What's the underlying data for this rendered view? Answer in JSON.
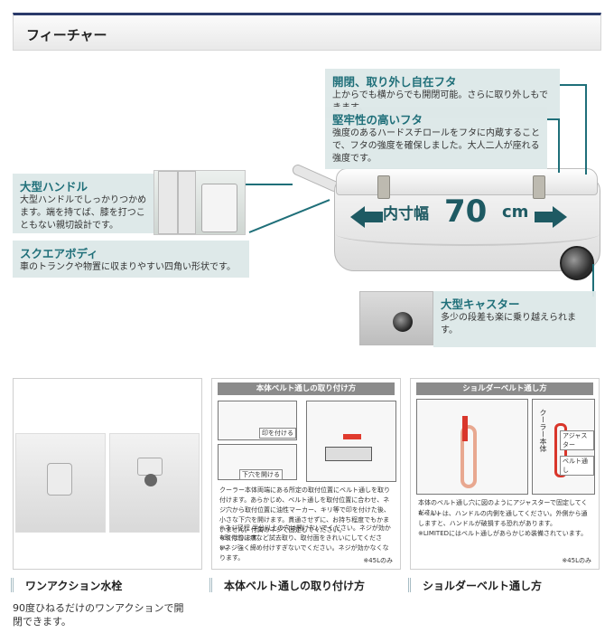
{
  "header": {
    "title": "フィーチャー"
  },
  "callouts": {
    "lid": {
      "title": "開閉、取り外し自在フタ",
      "text": "上からでも横からでも開閉可能。さらに取り外しもできます。"
    },
    "strength": {
      "title": "堅牢性の高いフタ",
      "text": "強度のあるハードスチロールをフタに内蔵することで、フタの強度を確保しました。大人二人が座れる強度です。"
    },
    "handle": {
      "title": "大型ハンドル",
      "text": "大型ハンドルでしっかりつかめます。端を持てば、膝を打つこともない親切設計です。"
    },
    "square": {
      "title": "スクエアボディ",
      "text": "車のトランクや物置に収まりやすい四角い形状です。"
    },
    "caster": {
      "title": "大型キャスター",
      "text": "多少の段差も楽に乗り越えられます。"
    }
  },
  "cooler": {
    "measure_label": "内寸幅",
    "measure_value": "70",
    "measure_unit": "cm"
  },
  "panels": {
    "valve": {
      "caption": "ワンアクション水栓",
      "desc": "90度ひねるだけのワンアクションで開閉できます。"
    },
    "belt": {
      "banner": "本体ベルト通しの取り付け方",
      "label_attach": "印を付ける",
      "label_hole": "下穴を開ける",
      "note": "クーラー本体両端にある所定の取付位置にベルト通しを取り付けます。あらかじめ、ベルト通しを取付位置に合わせ、ネジ穴から取付位置に油性マーカー、キリ等で印を付けた後、小さな下穴を開けます。貫通させずに、お持ち程度でもかまいません。付属のネジで固定してください。",
      "warnings": [
        "※ネジ径程 半分以上の穴は開けないでください。ネジが効かなくなります。",
        "※取付前に病など試去取り、取付面をきれいにしてください。",
        "※ネジ強く締め付けすぎないでください。ネジが効かなくなります。"
      ],
      "footnote": "※45Lのみ",
      "caption": "本体ベルト通しの取り付け方"
    },
    "shoulder": {
      "banner": "ショルダーベルト通し方",
      "label_body": "クーラー本体",
      "label_adjuster": "アジャスター",
      "label_belt": "ベルト通し",
      "note": "本体のベルト通し穴に図のようにアジャスターで固定してください。",
      "warnings": [
        "※ベルトは、ハンドルの内側を通してください。外側から通しますと、ハンドルが破損する恐れがあります。",
        "※LIMITEDにはベルト通しがあらかじめ装備されています。"
      ],
      "footnote": "※45Lのみ",
      "caption": "ショルダーベルト通し方"
    }
  },
  "colors": {
    "accent": "#1f6f79",
    "header_rule": "#2a3a6a",
    "callout_bg": "#dce8e8"
  }
}
